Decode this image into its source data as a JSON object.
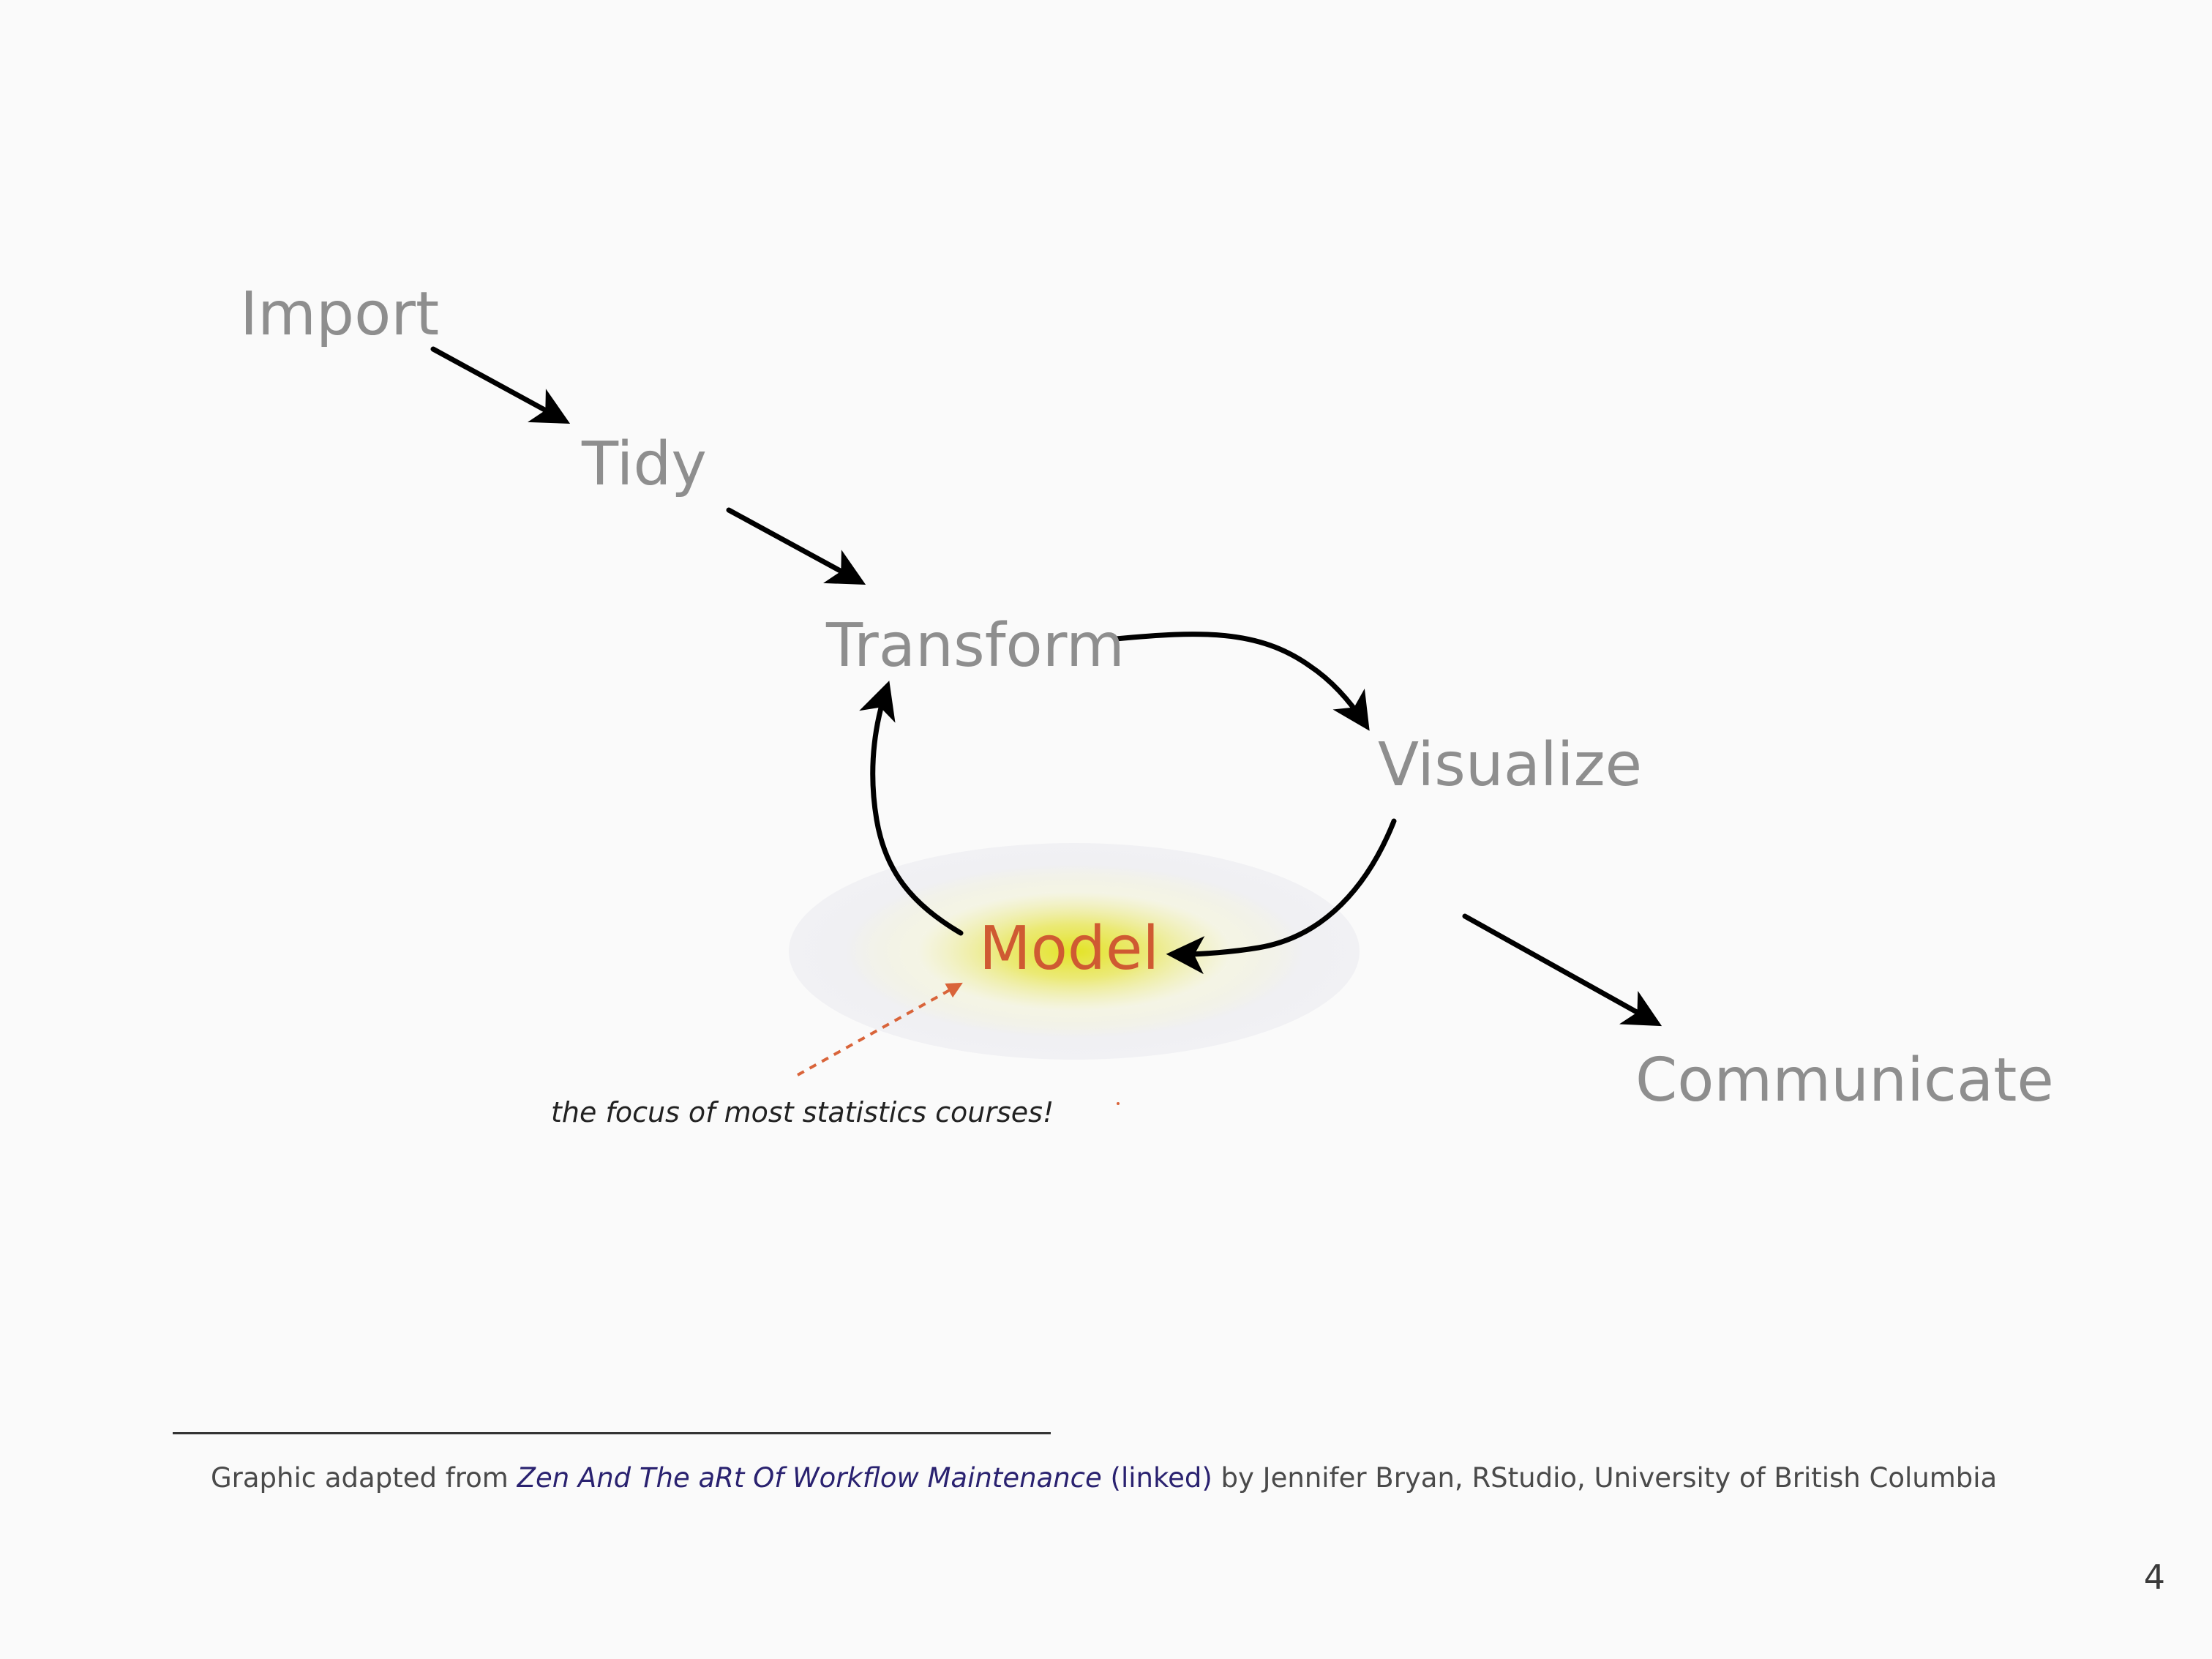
{
  "diagram": {
    "nodes": {
      "import": "Import",
      "tidy": "Tidy",
      "transform": "Transform",
      "visualize": "Visualize",
      "model": "Model",
      "communicate": "Communicate"
    },
    "highlighted_node": "Model",
    "annotation": "the focus of most statistics courses!",
    "colors": {
      "node_text": "#8e8e8e",
      "highlight_text": "#cf5a32",
      "arrow": "#000000",
      "annotation_arrow": "#d9643a",
      "glow": "#e2e21a"
    }
  },
  "footnote": {
    "prefix": "Graphic adapted from ",
    "title": "Zen And The aRt Of Workflow Maintenance",
    "link": "(linked)",
    "suffix": " by Jennifer Bryan, RStudio, University of British Columbia"
  },
  "page_number": "4"
}
